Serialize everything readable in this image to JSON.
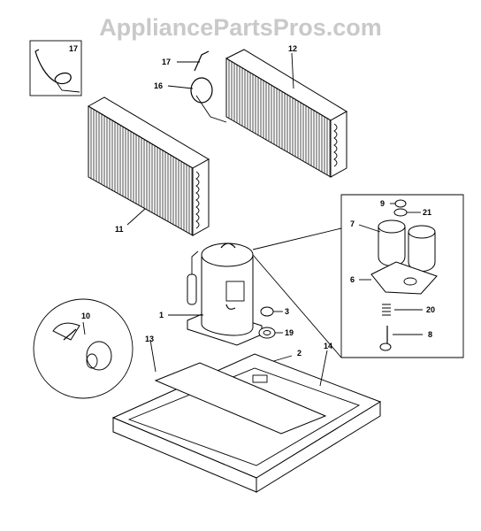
{
  "watermark": "AppliancePartsPros.com",
  "callouts": {
    "c1": "1",
    "c2": "2",
    "c3": "3",
    "c6": "6",
    "c7": "7",
    "c8": "8",
    "c9": "9",
    "c10": "10",
    "c11": "11",
    "c12": "12",
    "c13": "13",
    "c14": "14",
    "c16": "16",
    "c17a": "17",
    "c17b": "17",
    "c19": "19",
    "c20": "20",
    "c21": "21"
  }
}
